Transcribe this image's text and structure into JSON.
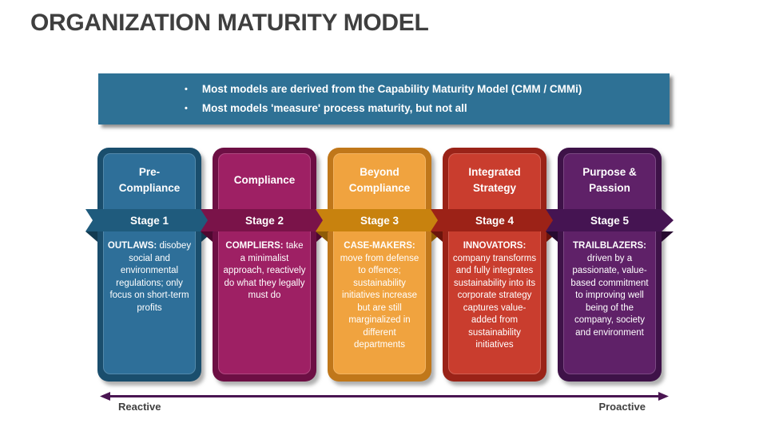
{
  "slide": {
    "title": "ORGANIZATION MATURITY MODEL",
    "title_color": "#3F3F3F",
    "background": "#FFFFFF"
  },
  "banner": {
    "background": "#2E7195",
    "bullet_icon": "•",
    "bullets": [
      "Most models are derived from the Capability Maturity Model (CMM / CMMi)",
      "Most models 'measure' process maturity, but not all"
    ]
  },
  "stages": [
    {
      "heading": "Pre-\nCompliance",
      "stage_label": "Stage 1",
      "lead": "OUTLAWS:",
      "body": "disobey social and environmental regulations; only focus on short-term profits",
      "colors": {
        "frame": "#1A4E6D",
        "body": "#2E6F99",
        "ribbon": "#1F5B7D",
        "fold": "#123B52"
      }
    },
    {
      "heading": "Compliance",
      "stage_label": "Stage 2",
      "lead": "COMPLIERS:",
      "body": "take a minimalist approach, reactively do what they legally must do",
      "colors": {
        "frame": "#6D0F44",
        "body": "#9E2064",
        "ribbon": "#7A1349",
        "fold": "#4E0830"
      }
    },
    {
      "heading": "Beyond\nCompliance",
      "stage_label": "Stage 3",
      "lead": "CASE-MAKERS:",
      "body": "move from defense to offence; sustainability initiatives increase but are still marginalized in different departments",
      "colors": {
        "frame": "#C0771A",
        "body": "#F0A33F",
        "ribbon": "#C8820E",
        "fold": "#8F5B06"
      }
    },
    {
      "heading": "Integrated\nStrategy",
      "stage_label": "Stage 4",
      "lead": "INNOVATORS:",
      "body": "company transforms and fully integrates sustainability into its corporate strategy captures value-added from sustainability initiatives",
      "colors": {
        "frame": "#9A2318",
        "body": "#C93D2E",
        "ribbon": "#9C2217",
        "fold": "#6B140C"
      }
    },
    {
      "heading": "Purpose &\nPassion",
      "stage_label": "Stage 5",
      "lead": "TRAILBLAZERS:",
      "body": "driven by a passionate, value-based commitment to improving well being of the company, society and environment",
      "colors": {
        "frame": "#3E1248",
        "body": "#5F2168",
        "ribbon": "#451452",
        "fold": "#270A30"
      }
    }
  ],
  "axis": {
    "left_label": "Reactive",
    "right_label": "Proactive",
    "color": "#4A1552",
    "label_color": "#404040"
  }
}
